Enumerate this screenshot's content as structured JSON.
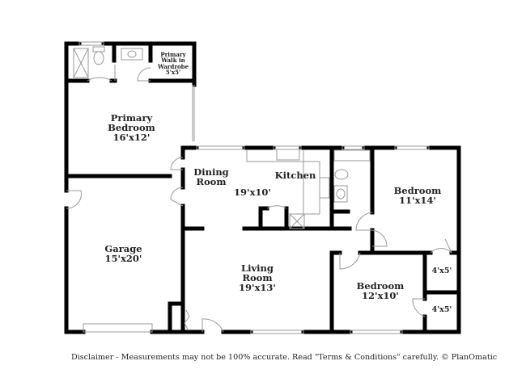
{
  "rooms": {
    "primary_walk_in": {
      "name": "Primary Walk in Wardrobe",
      "size": "5'x5'"
    },
    "primary_bedroom": {
      "name": "Primary Bedroom",
      "size": "16'x12'"
    },
    "dining_room": {
      "name": "Dining Room"
    },
    "kitchen": {
      "name": "Kitchen",
      "size": "19'x10'"
    },
    "bedroom_1": {
      "name": "Bedroom",
      "size": "11'x14'"
    },
    "garage": {
      "name": "Garage",
      "size": "15'x20'"
    },
    "living_room": {
      "name": "Living Room",
      "size": "19'x13'"
    },
    "bedroom_2": {
      "name": "Bedroom",
      "size": "12'x10'"
    },
    "closet_1": {
      "size": "4'x5'"
    },
    "closet_2": {
      "size": "4'x5'"
    }
  },
  "disclaimer": "Disclaimer - Measurements may not be 100% accurate. Read \"Terms & Conditions\" carefully. © PlanOmatic",
  "colors": {
    "wall": "#000000",
    "fixture": "#999999"
  }
}
